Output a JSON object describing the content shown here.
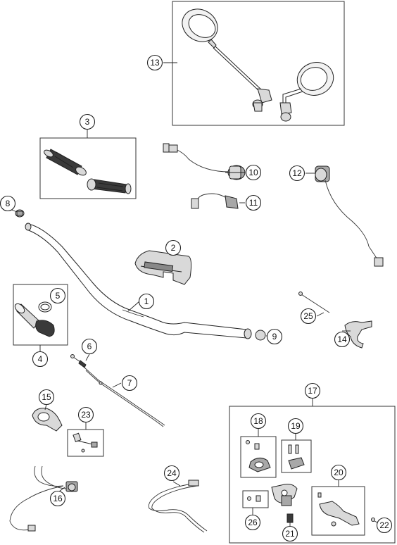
{
  "callouts": [
    "1",
    "2",
    "3",
    "4",
    "5",
    "6",
    "7",
    "8",
    "9",
    "10",
    "11",
    "12",
    "13",
    "14",
    "15",
    "16",
    "17",
    "18",
    "19",
    "20",
    "21",
    "22",
    "23",
    "24",
    "25",
    "26"
  ],
  "colors": {
    "line": "#222222",
    "part_fill": "#d9d9d9",
    "grip": "#3a3a3a"
  }
}
